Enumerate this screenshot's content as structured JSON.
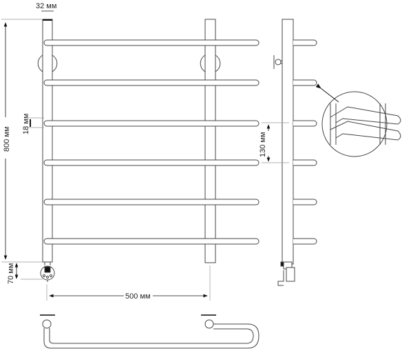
{
  "dimensions": {
    "pipe_diameter": "32 мм",
    "height": "800 мм",
    "bar_diameter": "18 мм",
    "heater_offset": "70 мм",
    "bar_spacing": "130 мм",
    "width": "500 мм"
  },
  "bar_count": 6,
  "views": [
    "front-view",
    "side-view",
    "detail-view",
    "top-view"
  ]
}
